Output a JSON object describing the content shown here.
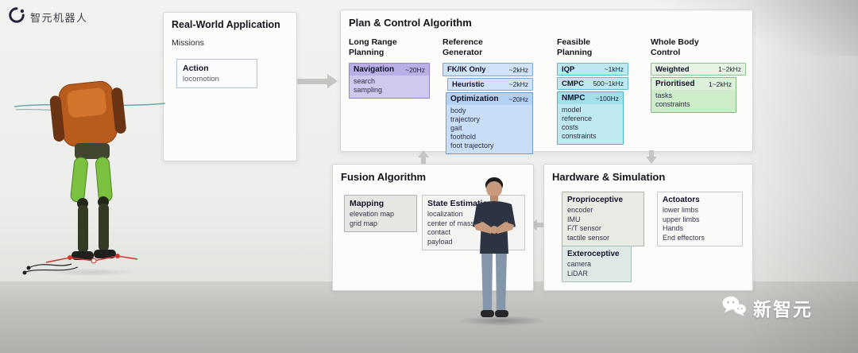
{
  "logo": {
    "text": "智元机器人"
  },
  "watermark": {
    "text": "新智元"
  },
  "palette": {
    "purple": "#8e83cb",
    "blue": "#6f9ed6",
    "cyan": "#4fb4c4",
    "green": "#7dbd7e",
    "arrow": "#c4c4c1"
  },
  "diagram": {
    "real_world": {
      "title": "Real-World Application",
      "subtitle": "Missions",
      "action": {
        "title": "Action",
        "items": [
          "locomotion"
        ]
      }
    },
    "plan_control": {
      "title": "Plan & Control Algorithm",
      "columns": [
        {
          "header": "Long Range Planning",
          "box": {
            "title": "Navigation",
            "rate": "~20Hz",
            "items": [
              "search",
              "sampling"
            ]
          }
        },
        {
          "header": "Reference Generator",
          "rows": [
            {
              "label": "FK/IK Only",
              "rate": "~2kHz"
            },
            {
              "label": "Heuristic",
              "rate": "~2kHz"
            }
          ],
          "box": {
            "title": "Optimization",
            "rate": "~20Hz",
            "items": [
              "body",
              "trajectory",
              "gait",
              "foothold",
              "foot trajectory"
            ]
          }
        },
        {
          "header": "Feasible Planning",
          "rows": [
            {
              "label": "IQP",
              "rate": "~1kHz"
            },
            {
              "label": "CMPC",
              "rate": "500~1kHz"
            }
          ],
          "box": {
            "title": "NMPC",
            "rate": "~100Hz",
            "items": [
              "model",
              "reference",
              "costs",
              "constraints"
            ]
          }
        },
        {
          "header": "Whole Body Control",
          "rows": [
            {
              "label": "Weighted",
              "rate": "1~2kHz"
            }
          ],
          "box": {
            "title": "Prioritised",
            "rate": "1~2kHz",
            "items": [
              "tasks",
              "constraints"
            ]
          }
        }
      ]
    },
    "fusion": {
      "title": "Fusion Algorithm",
      "mapping": {
        "title": "Mapping",
        "items": [
          "elevation map",
          "grid map"
        ]
      },
      "state_estimation": {
        "title": "State Estimation",
        "items": [
          "localization",
          "center of mass",
          "contact",
          "payload"
        ]
      }
    },
    "hardware": {
      "title": "Hardware & Simulation",
      "proprioceptive": {
        "title": "Proprioceptive",
        "items": [
          "encoder",
          "IMU",
          "F/T sensor",
          "tactile sensor"
        ]
      },
      "actuators": {
        "title": "Actoators",
        "items": [
          "lower limbs",
          "upper limbs",
          "Hands",
          "End effectors"
        ]
      },
      "exteroceptive": {
        "title": "Exteroceptive",
        "items": [
          "camera",
          "LiDAR"
        ]
      }
    }
  }
}
